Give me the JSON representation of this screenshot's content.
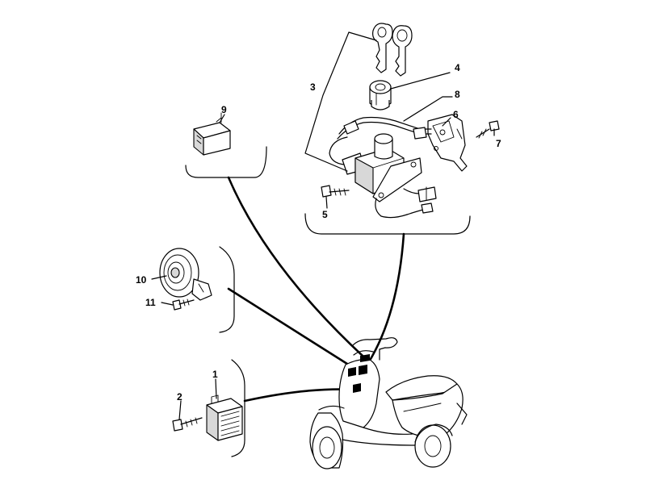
{
  "diagram": {
    "labels": {
      "p1": "1",
      "p2": "2",
      "p3": "3",
      "p4": "4",
      "p5": "5",
      "p6": "6",
      "p7": "7",
      "p8": "8",
      "p9": "9",
      "p10": "10",
      "p11": "11"
    },
    "colors": {
      "line": "#000000",
      "background": "#ffffff"
    }
  }
}
